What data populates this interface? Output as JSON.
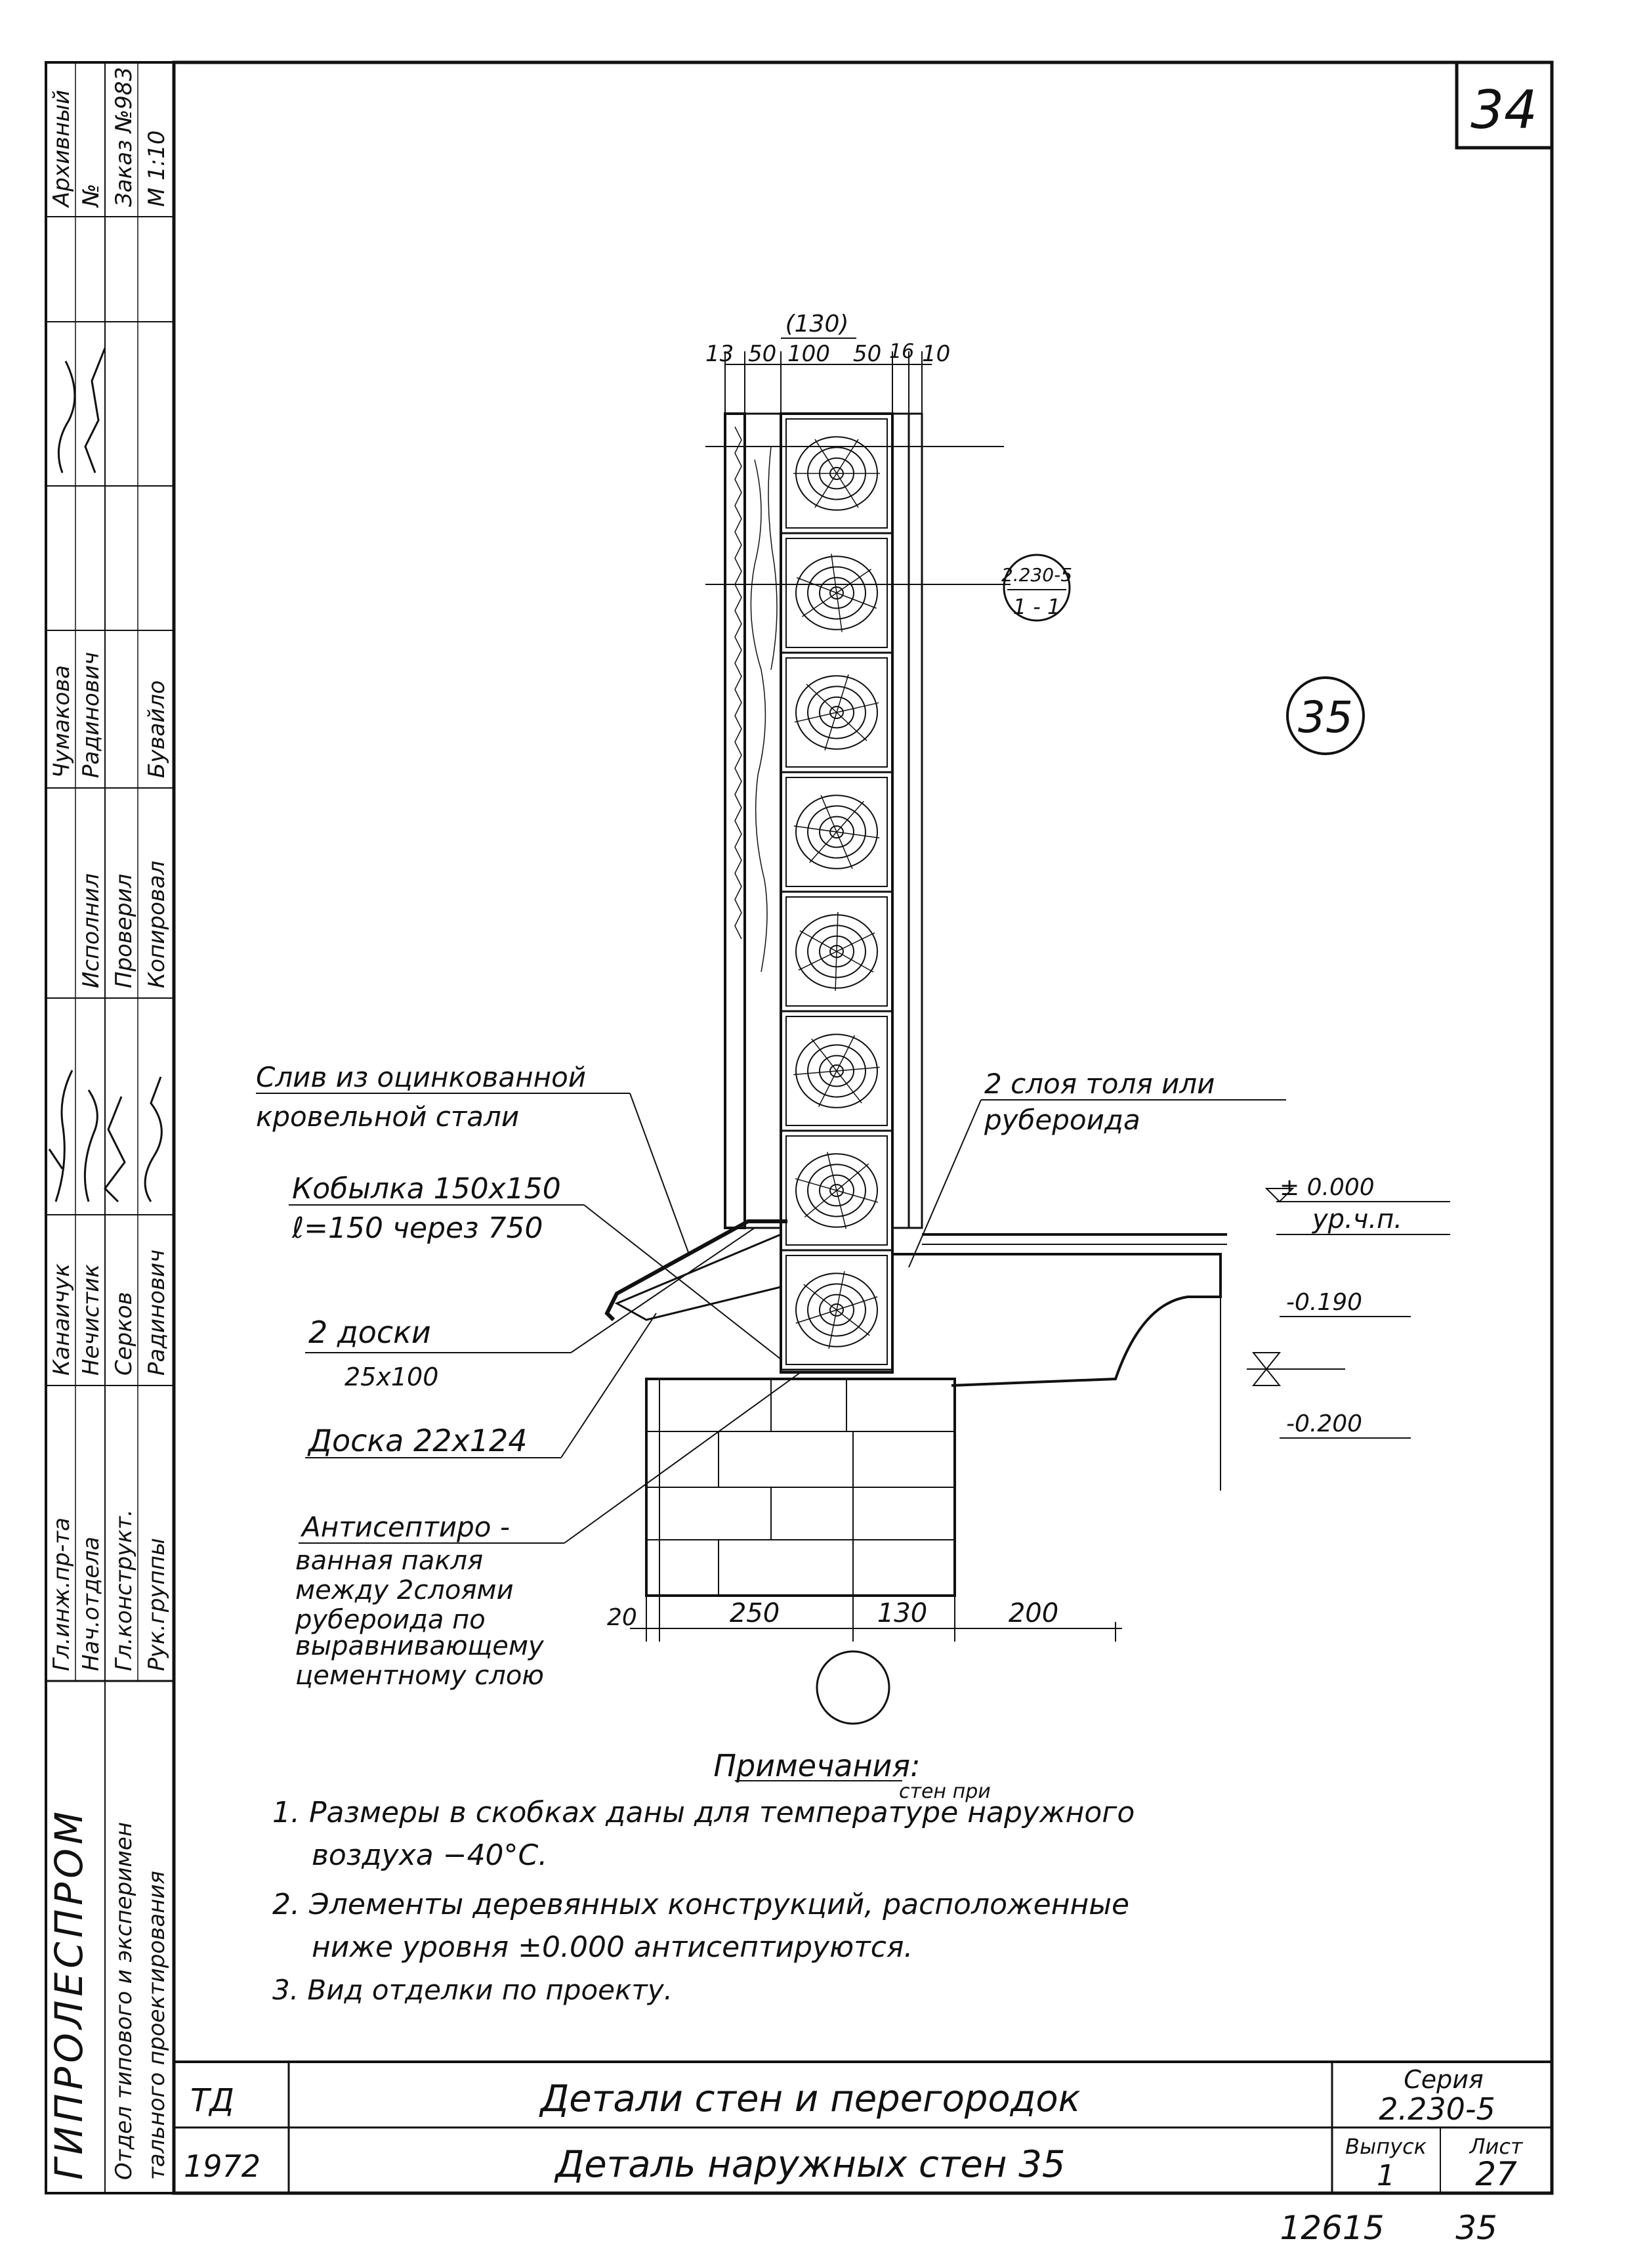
{
  "sheet": {
    "sheet_corner_number": "34",
    "circle_marker": "35",
    "section_ref_top": "2.230-5",
    "section_ref_bottom": "1 - 1"
  },
  "dimensions_top": {
    "over_label": "(130)",
    "values": [
      "13",
      "50",
      "100",
      "50",
      "16",
      "10"
    ]
  },
  "dimensions_bottom": {
    "values": [
      "20",
      "250",
      "130",
      "200"
    ]
  },
  "levels": {
    "zero": "± 0.000",
    "floor": "ур.ч.п.",
    "l1": "-0.190",
    "l2": "-0.200"
  },
  "callouts": {
    "sliv_1": "Слив из оцинкованной",
    "sliv_2": "кровельной стали",
    "kobylka_1": "Кобылка 150x150",
    "kobylka_2": "ℓ=150 через 750",
    "doski_1": "2 доски",
    "doski_2": "25x100",
    "doska": "Доска 22x124",
    "anti_1": "Антисептиро -",
    "anti_2": "ванная пакля",
    "anti_3": "между 2слоями",
    "anti_4": "рубероида по",
    "anti_5": "выравнивающему",
    "anti_6": "цементному слою",
    "tol_1": "2 слоя толя или",
    "tol_2": "рубероида"
  },
  "notes": {
    "title": "Примечания:",
    "n1_a": "1. Размеры в скобках даны для температуре наружного",
    "n1_insert": "стен при",
    "n1_b": "воздуха −40°С.",
    "n2_a": "2. Элементы деревянных конструкций, расположенные",
    "n2_b": "ниже уровня ±0.000 антисептируются.",
    "n3": "3. Вид отделки по проекту."
  },
  "titleblock": {
    "td": "ТД",
    "year": "1972",
    "title1": "Детали стен и перегородок",
    "title2": "Деталь наружных стен 35",
    "seria_label": "Серия",
    "seria_value": "2.230-5",
    "vypusk_label": "Выпуск",
    "vypusk_value": "1",
    "list_label": "Лист",
    "list_value": "27",
    "below_1": "12615",
    "below_2": "35"
  },
  "side_stamp": {
    "org": "ГИПРОЛЕСПРОМ",
    "dept_1": "Отдел типового и эксперимен",
    "dept_2": "тального проектирования",
    "roles": [
      "Гл.инж.пр-та",
      "Нач.отдела",
      "Гл.конструкт.",
      "Рук.группы"
    ],
    "names": [
      "Канаичук",
      "Нечистик",
      "Серков",
      "Радинович"
    ],
    "roles2": [
      "Исполнил",
      "Проверил",
      "Копировал"
    ],
    "names2": [
      "Чумакова",
      "Радинович",
      "Бувайло"
    ],
    "archive": "Архивный",
    "archive_no": "№",
    "order": "Заказ №983",
    "scale": "М 1:10"
  }
}
